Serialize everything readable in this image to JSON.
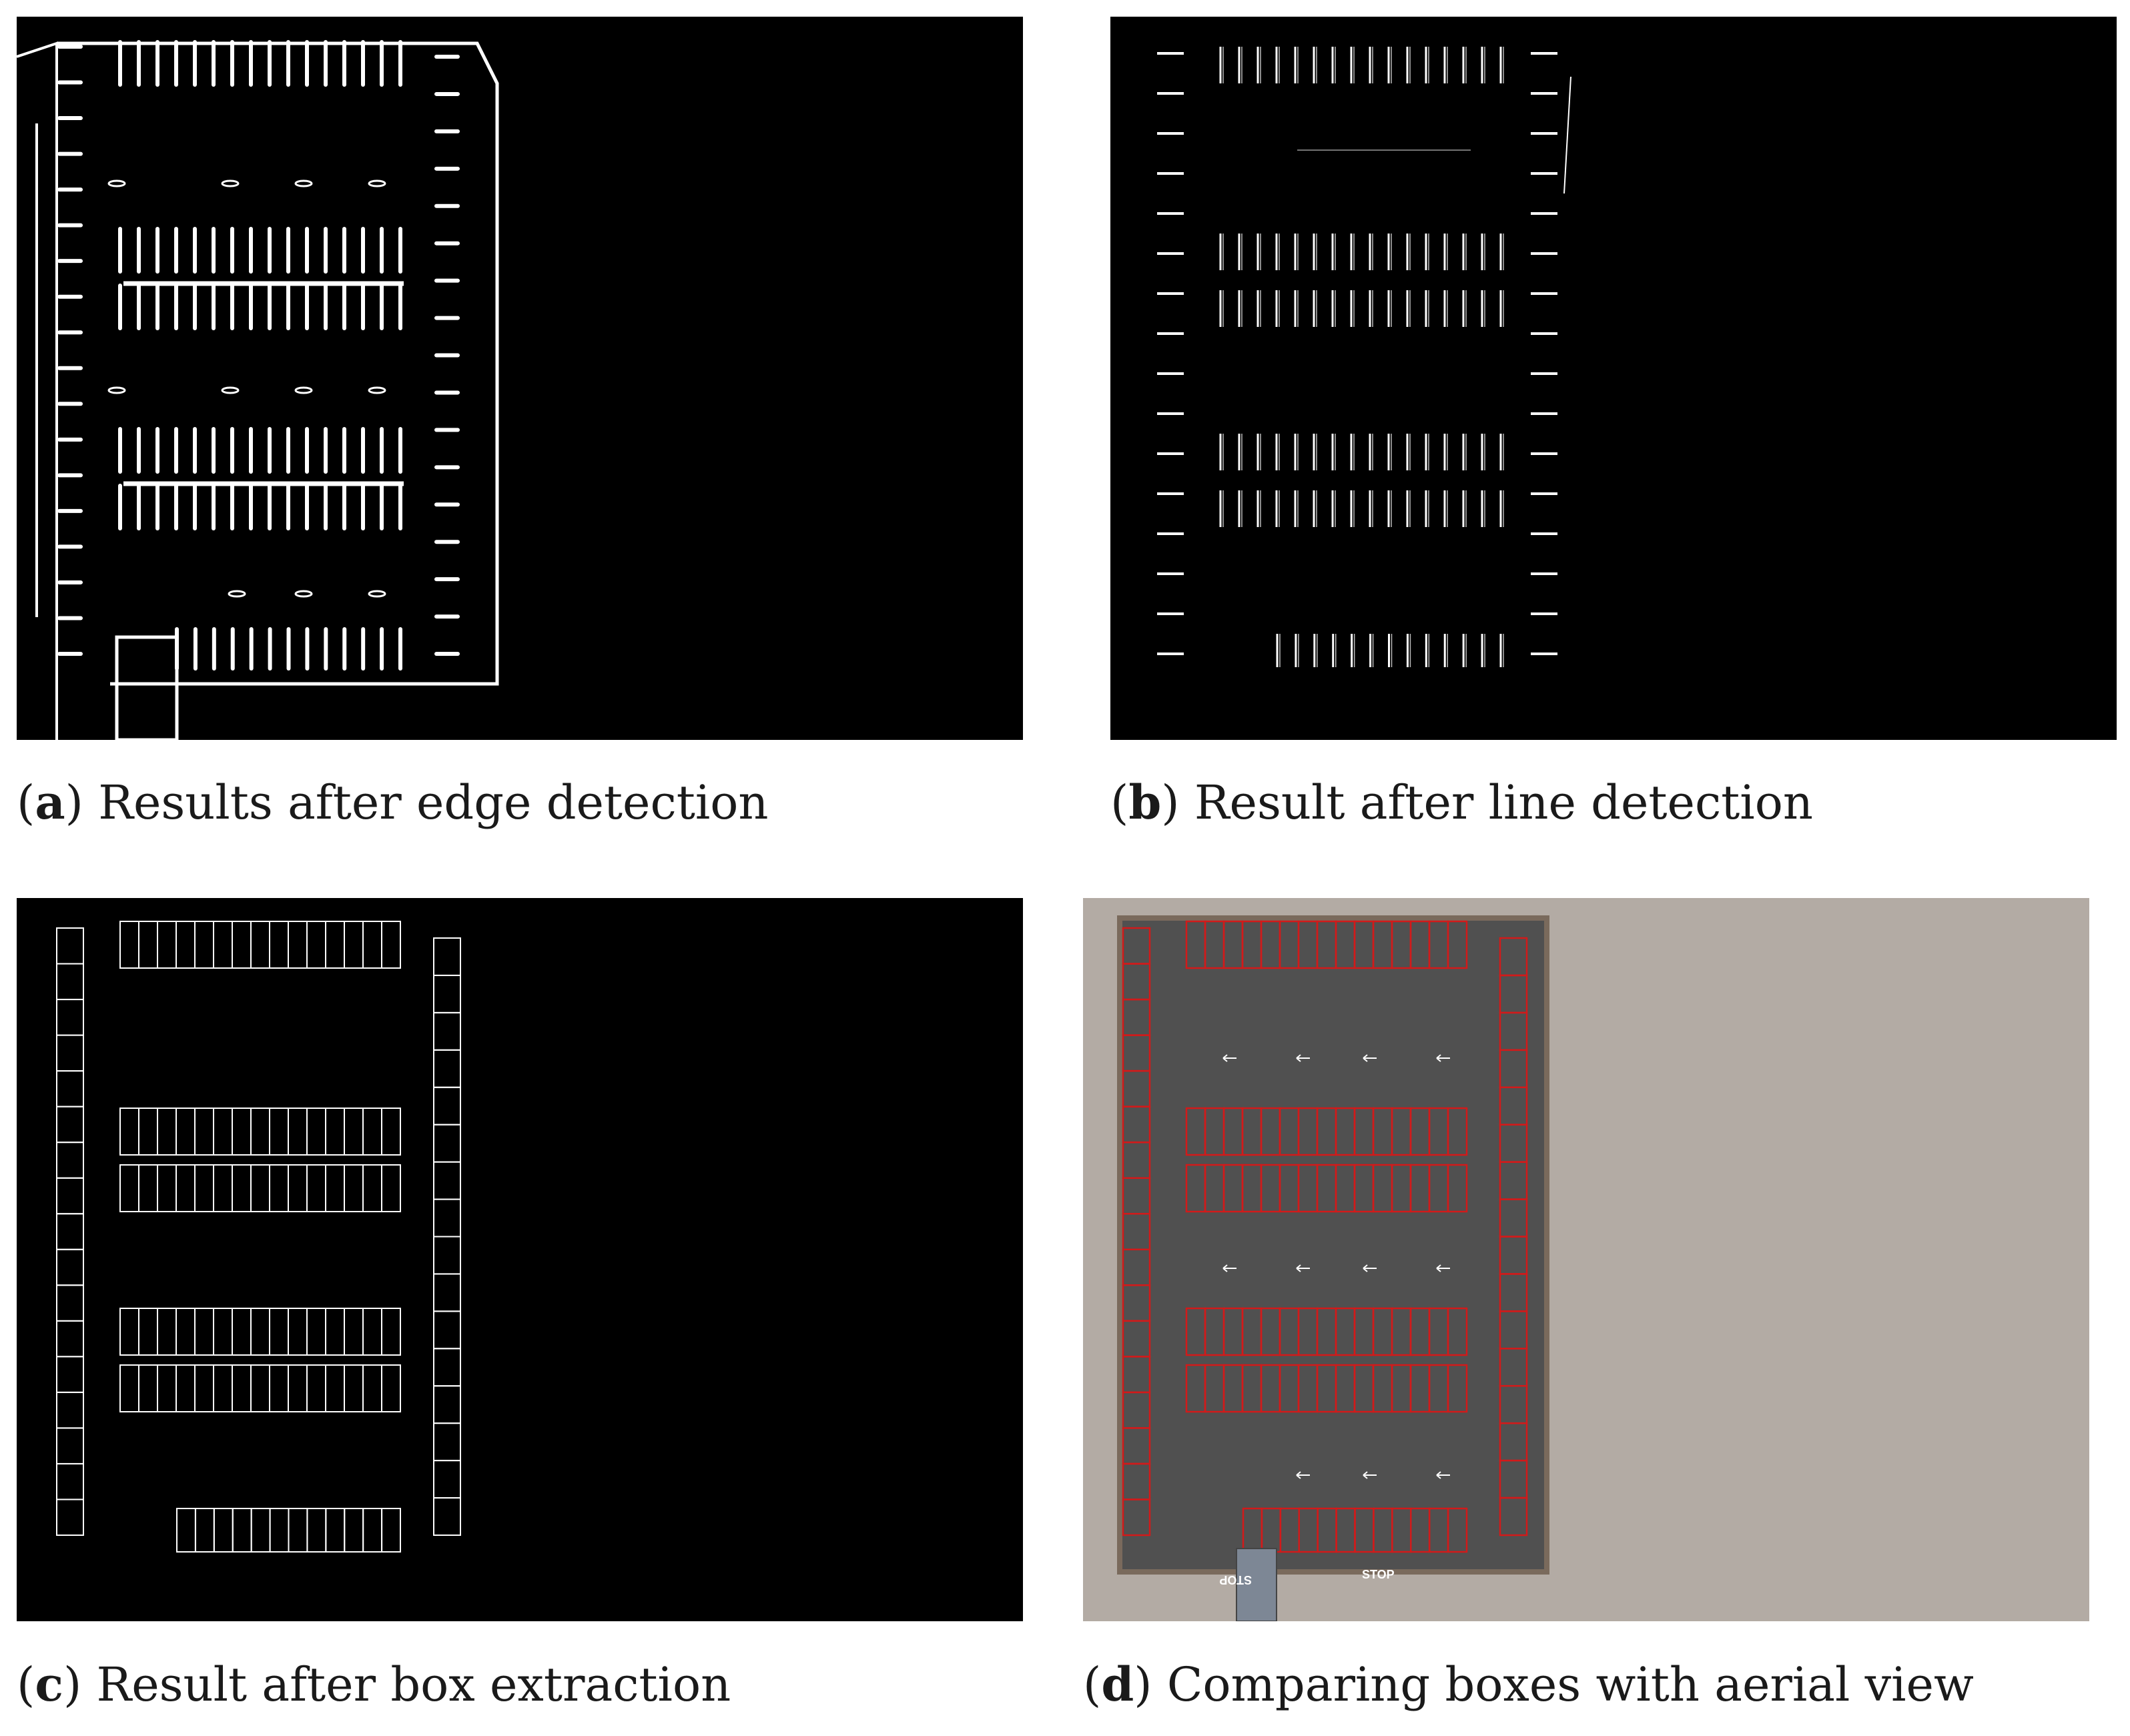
{
  "figure": {
    "panels": [
      {
        "id": "a",
        "letter": "a",
        "caption": "Results after edge detection"
      },
      {
        "id": "b",
        "letter": "b",
        "caption": "Result after line detection"
      },
      {
        "id": "c",
        "letter": "c",
        "caption": "Result after box extraction"
      },
      {
        "id": "d",
        "letter": "d",
        "caption": "Comparing boxes with aerial view"
      }
    ],
    "signs": {
      "stop_left": "STOP",
      "stop_right": "STOP"
    },
    "colors": {
      "panel_background": "#000000",
      "edge_white": "#ffffff",
      "box_red": "#d21a1a",
      "asphalt": "#505050",
      "ground": "#b3aba4"
    }
  }
}
